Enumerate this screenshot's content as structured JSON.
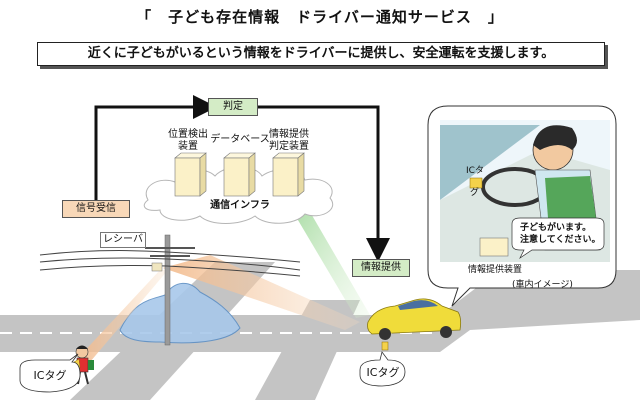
{
  "header": {
    "title": "「　子ども存在情報　ドライバー通知サービス　」",
    "subtitle": "近くに子どもがいるという情報をドライバーに提供し、安全運転を支援します。"
  },
  "nodes": {
    "judgement": "判定",
    "signal_received": "信号受信",
    "info_provision": "情報提供",
    "receiver": "レシーバ",
    "infra": "通信インフラ",
    "position_device_line1": "位置検出",
    "position_device_line2": "装置",
    "database": "データベース",
    "judgement_device_line1": "情報提供",
    "judgement_device_line2": "判定装置"
  },
  "car_interior": {
    "ic_tag_line1": "ICタ",
    "ic_tag_line2": "グ",
    "message_line1": "子どもがいます。",
    "message_line2": "注意してください。",
    "device_label": "情報提供装置",
    "image_caption": "(車内イメージ)"
  },
  "tags": {
    "child_tag": "ICタグ",
    "car_tag": "ICタグ"
  },
  "colors": {
    "judge_box": "#d4ecc6",
    "signal_box": "#f8d8b8",
    "server": "#fbf1c8",
    "road": "#b8b8b8",
    "car": "#f2e24a",
    "coverage": "#9fc3e8"
  }
}
